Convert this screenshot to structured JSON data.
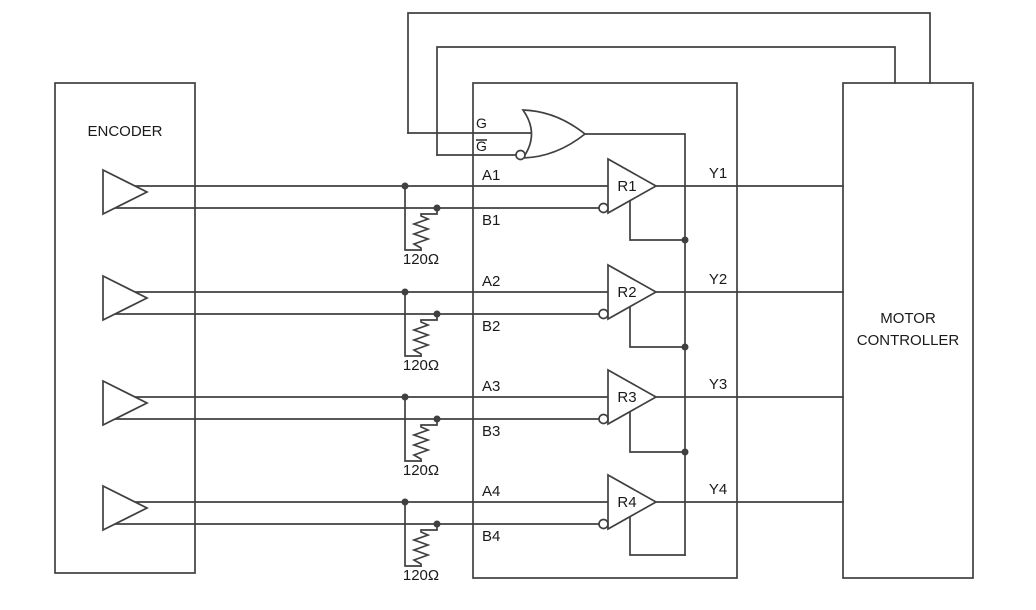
{
  "encoder": {
    "label": "ENCODER"
  },
  "motor_controller": {
    "line1": "MOTOR",
    "line2": "CONTROLLER"
  },
  "enable": {
    "g": "G",
    "g_bar": "G"
  },
  "channels": [
    {
      "a": "A1",
      "b": "B1",
      "r": "R1",
      "y": "Y1",
      "termination": "120Ω"
    },
    {
      "a": "A2",
      "b": "B2",
      "r": "R2",
      "y": "Y2",
      "termination": "120Ω"
    },
    {
      "a": "A3",
      "b": "B3",
      "r": "R3",
      "y": "Y3",
      "termination": "120Ω"
    },
    {
      "a": "A4",
      "b": "B4",
      "r": "R4",
      "y": "Y4",
      "termination": "120Ω"
    }
  ],
  "colors": {
    "wire": "#404040",
    "text": "#1a1a1a",
    "background": "#ffffff"
  }
}
